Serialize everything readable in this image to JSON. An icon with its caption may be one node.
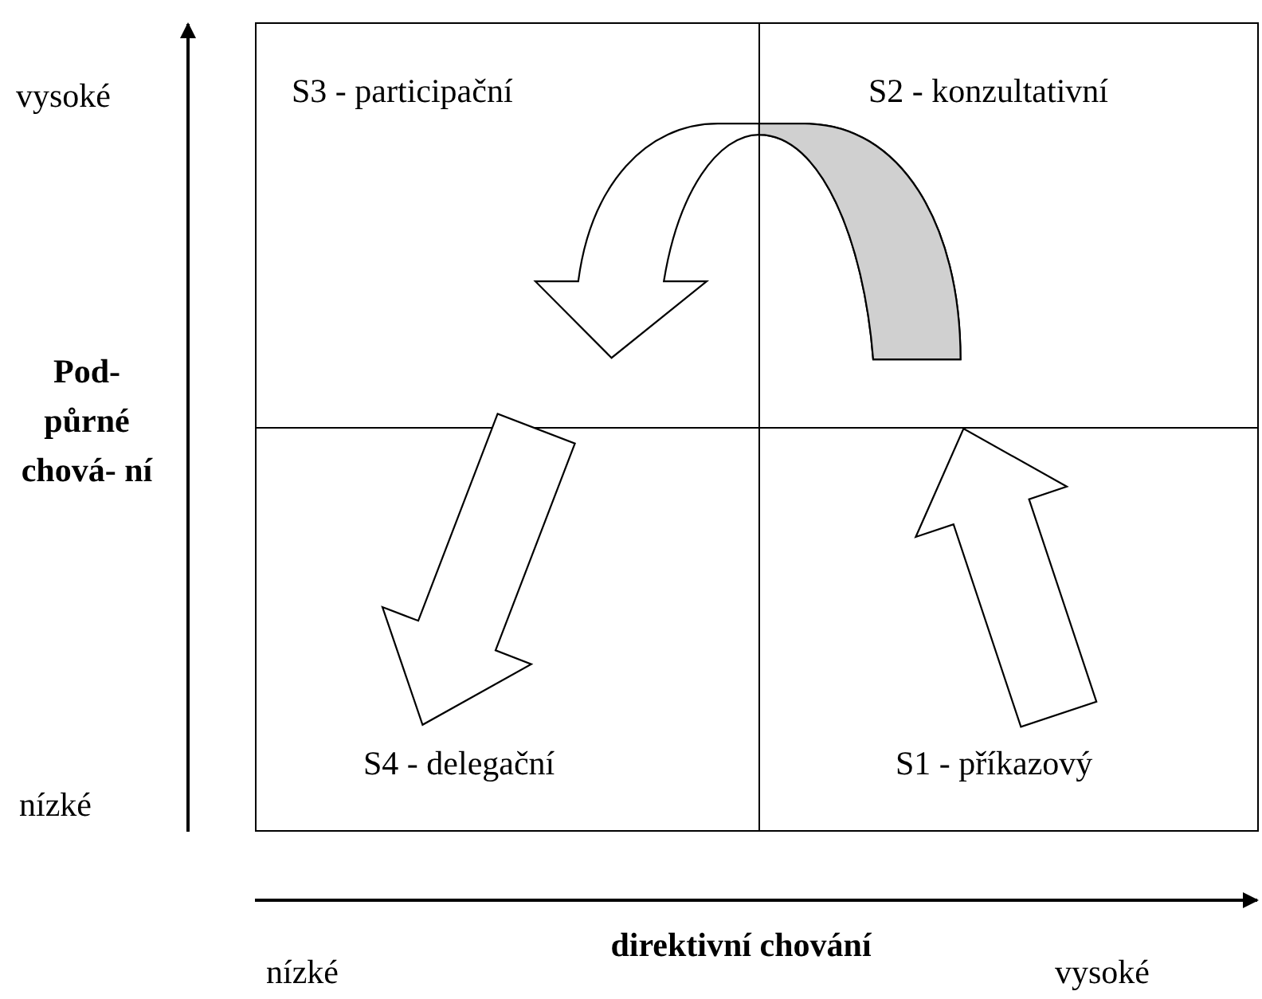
{
  "diagram": {
    "nodes": [
      {
        "text": [
          "S3 - participační"
        ]
      },
      {
        "text": [
          "S2 - konzultativní"
        ]
      },
      {
        "text": [
          "S4 - delegační"
        ]
      },
      {
        "text": [
          "S1 - příkazový"
        ]
      }
    ],
    "edges": [
      {
        "from": 3,
        "to": 1,
        "arrow": "to"
      },
      {
        "from": 1,
        "to": 0,
        "arrow": "to"
      },
      {
        "from": 0,
        "to": 2,
        "arrow": "to"
      }
    ],
    "labels": [
      "vysoké",
      "Pod- půrné chová- ní",
      "nízké",
      "direktivní chování",
      "nízké",
      "vysoké"
    ]
  }
}
